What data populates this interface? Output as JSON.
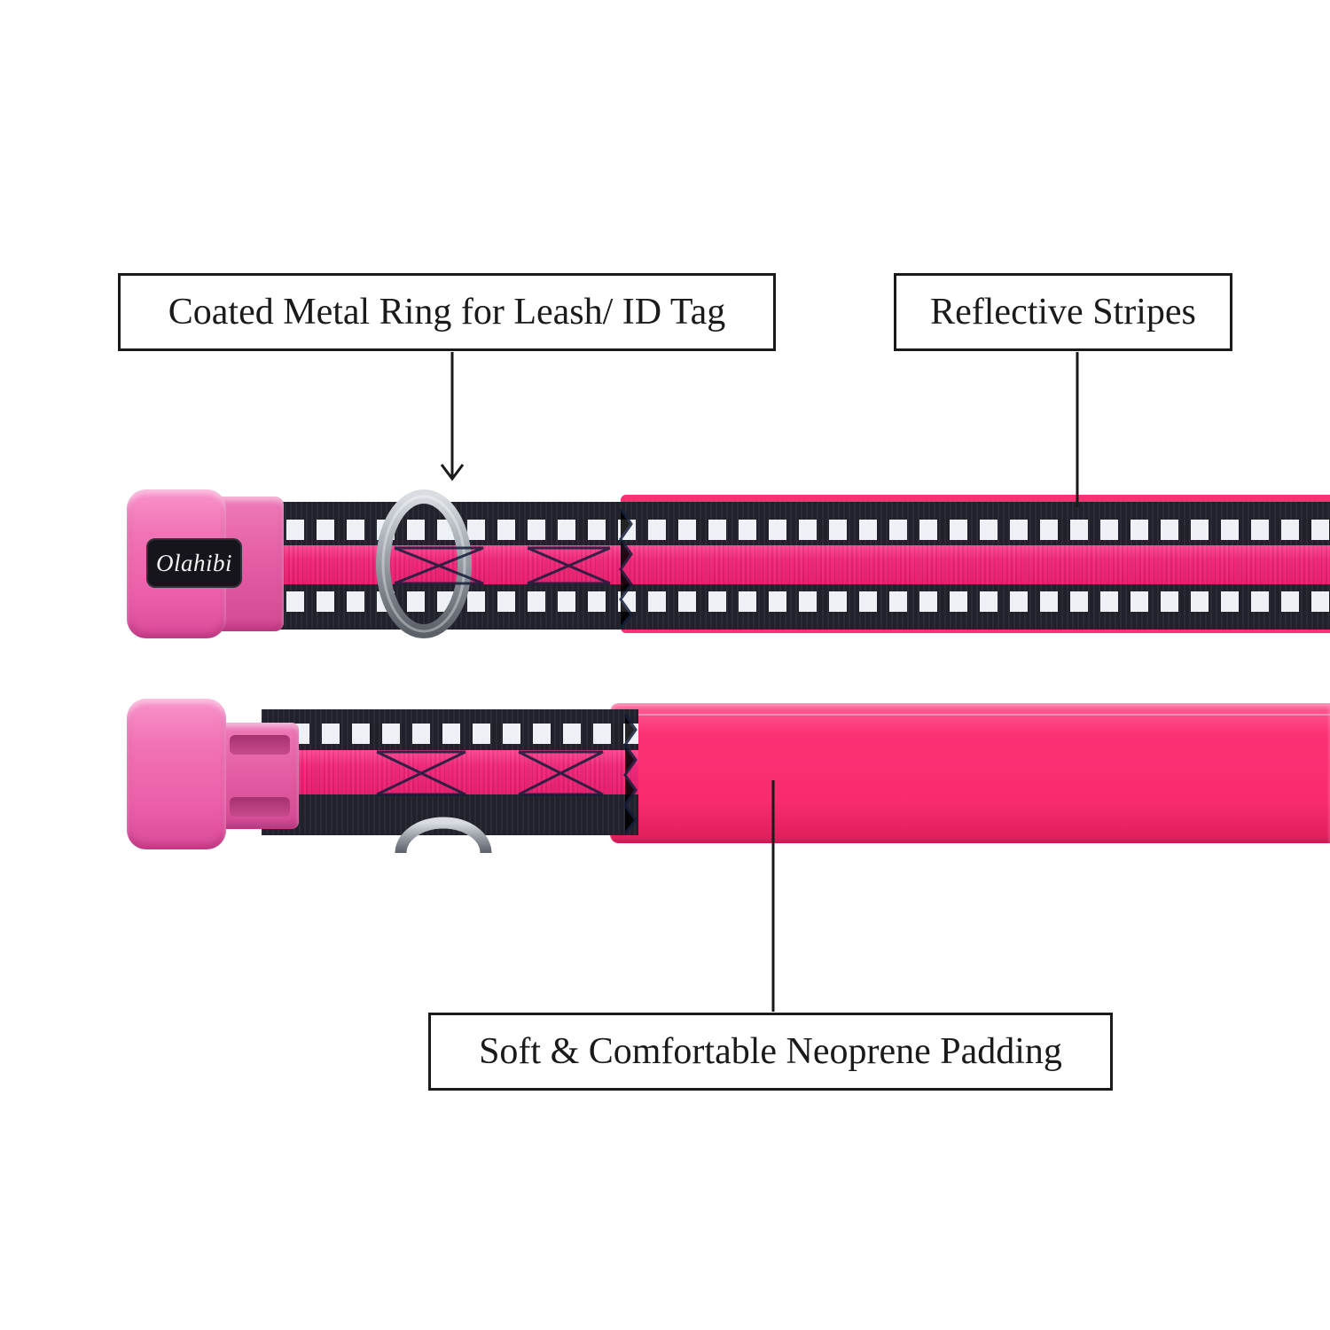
{
  "figure": {
    "type": "annotated-product-image",
    "subject": "reflective neoprene dog collar, pink and black",
    "background": "#ffffff"
  },
  "callouts": [
    {
      "id": "ring",
      "label": "Coated Metal Ring for Leash/ ID Tag"
    },
    {
      "id": "stripes",
      "label": "Reflective Stripes"
    },
    {
      "id": "padding",
      "label": "Soft & Comfortable Neoprene Padding"
    }
  ],
  "product": {
    "brand_logo_text": "Olahibi",
    "items": [
      "collar-front-with-d-ring-and-buckle",
      "collar-back-showing-neoprene-padding"
    ],
    "colors": {
      "buckle_pink": "#f173b6",
      "stripe_pink": "#f2297c",
      "neoprene_pink": "#fb3174",
      "webbing_black": "#20212b",
      "reflective_white": "#edf1f5",
      "metal_grey": "#9aa0a8",
      "annotation_black": "#1a1a1a"
    }
  }
}
